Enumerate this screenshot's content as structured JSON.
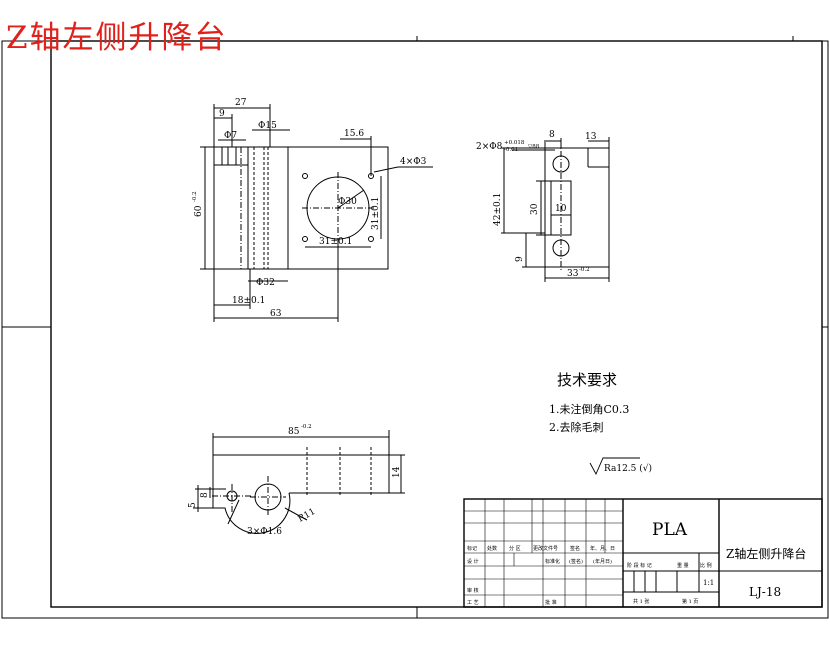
{
  "header_title": "Z轴左侧升降台",
  "views": {
    "front": {
      "top_total": "27",
      "top_left": "9",
      "phi_small": "Φ7",
      "phi_mid": "Φ15",
      "height": "60",
      "height_tol": "-0.2",
      "phi_bottom": "Φ32",
      "offset": "18±0.1",
      "width": "63",
      "hole_offset_x": "15.6",
      "holes": "4×Φ3",
      "phi_circle": "Φ30",
      "span_h": "31±0.1",
      "span_v": "31±0.1"
    },
    "side": {
      "width_top": "8",
      "right_top": "13",
      "hole_callout": "2×Φ8",
      "hole_tol_upper": "+0.018",
      "hole_tol_lower": "-0.01",
      "depth_mark": "▽88",
      "height": "42±0.1",
      "slot_height": "30",
      "slot_width": "10",
      "bottom_offset": "9",
      "bottom_width": "33",
      "bottom_tol": "-0.2"
    },
    "top": {
      "length": "85",
      "length_tol": "-0.2",
      "height": "14",
      "left_a": "5",
      "left_b": "8",
      "radius": "R11",
      "holes": "3×Φ1.6"
    }
  },
  "tech": {
    "heading": "技术要求",
    "items": [
      "1.未注倒角C0.3",
      "2.去除毛刺"
    ],
    "roughness": "Ra12.5 (√)"
  },
  "title_block": {
    "material": "PLA",
    "part_name": "Z轴左侧升降台",
    "drawing_no": "LJ-18",
    "scale": "1:1",
    "h_biaoji": "标记",
    "h_chushu": "处数",
    "h_fenqu": "分 区",
    "h_wenjian": "更改文件号",
    "h_qianming": "签名",
    "h_riqi": "年、月、日",
    "h_sheji": "设 计",
    "h_biaozhunhua": "标准化",
    "h_qm2": "(签名)",
    "h_nyr": "(年月日)",
    "h_shenhe": "审 核",
    "h_gongyi": "工 艺",
    "h_pizhun": "批 准",
    "h_jieduan": "阶 段 标 记",
    "h_zhongliang": "重 量",
    "h_bili": "比 例",
    "sheets_total": "共 1 张",
    "sheet_num": "第 1 页"
  }
}
